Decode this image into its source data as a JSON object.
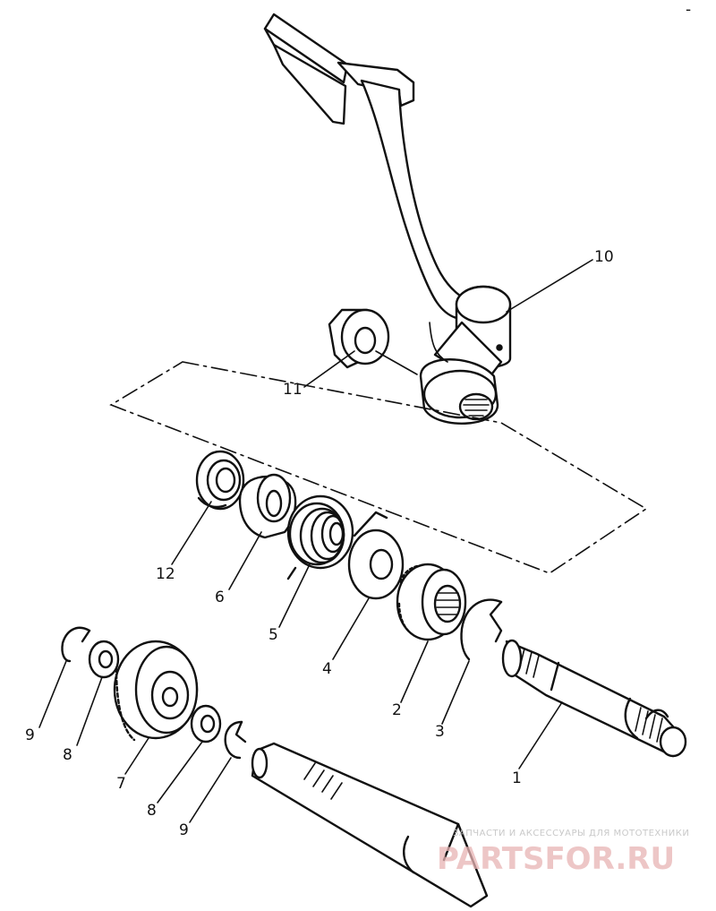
{
  "corner_mark": "-",
  "callouts": {
    "p1": "1",
    "p2": "2",
    "p3": "3",
    "p4": "4",
    "p5": "5",
    "p6": "6",
    "p7": "7",
    "p8a": "8",
    "p8b": "8",
    "p9a": "9",
    "p9b": "9",
    "p10": "10",
    "p11": "11",
    "p12": "12"
  },
  "watermark": {
    "tagline": "ЗАПЧАСТИ И АКСЕССУАРЫ ДЛЯ МОТОТЕХНИКИ",
    "brand": "PARTSFOR.RU",
    "color": "#e8b4b4"
  }
}
